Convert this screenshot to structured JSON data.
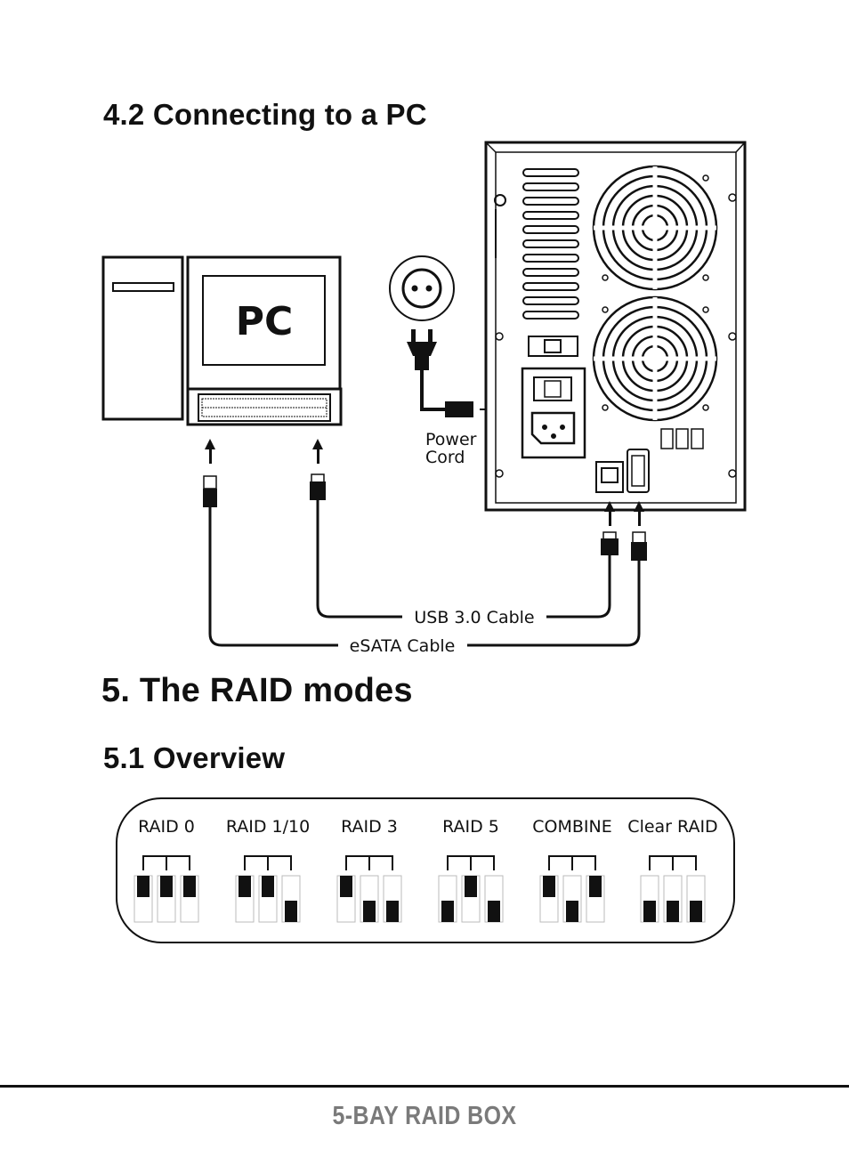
{
  "headings": {
    "connecting": "4.2  Connecting to a PC",
    "raid_modes": "5. The RAID modes",
    "overview": "5.1  Overview"
  },
  "diagram": {
    "pc_label": "PC",
    "power_cord_line1": "Power",
    "power_cord_line2": "Cord",
    "usb_cable": "USB 3.0 Cable",
    "esata_cable": "eSATA Cable"
  },
  "raid_panel": {
    "modes": [
      {
        "label": "RAID 0",
        "switches": [
          "up",
          "up",
          "up"
        ]
      },
      {
        "label": "RAID 1/10",
        "switches": [
          "up",
          "up",
          "down"
        ]
      },
      {
        "label": "RAID 3",
        "switches": [
          "up",
          "down",
          "down"
        ]
      },
      {
        "label": "RAID 5",
        "switches": [
          "down",
          "up",
          "down"
        ]
      },
      {
        "label": "COMBINE",
        "switches": [
          "up",
          "down",
          "up"
        ]
      },
      {
        "label": "Clear RAID",
        "switches": [
          "down",
          "down",
          "down"
        ]
      }
    ]
  },
  "footer": {
    "title": "5-BAY RAID BOX"
  }
}
